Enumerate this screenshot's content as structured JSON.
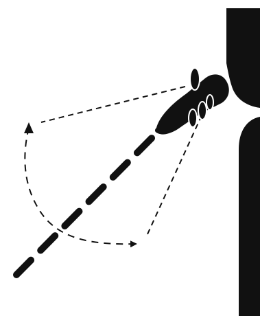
{
  "diagram": {
    "kind": "pictogram",
    "description_label": "",
    "colors": {
      "background": "#ffffff",
      "ink": "#111111",
      "highlight": "#ffffff"
    },
    "elements": {
      "wall": "door-frame-silhouette",
      "hand": "hand-grip-silhouette",
      "motion_path": "thick-dashed-line",
      "swing_arc": "dashed-arc-arrow",
      "guide_lines": "thin-dashed-lines"
    }
  }
}
